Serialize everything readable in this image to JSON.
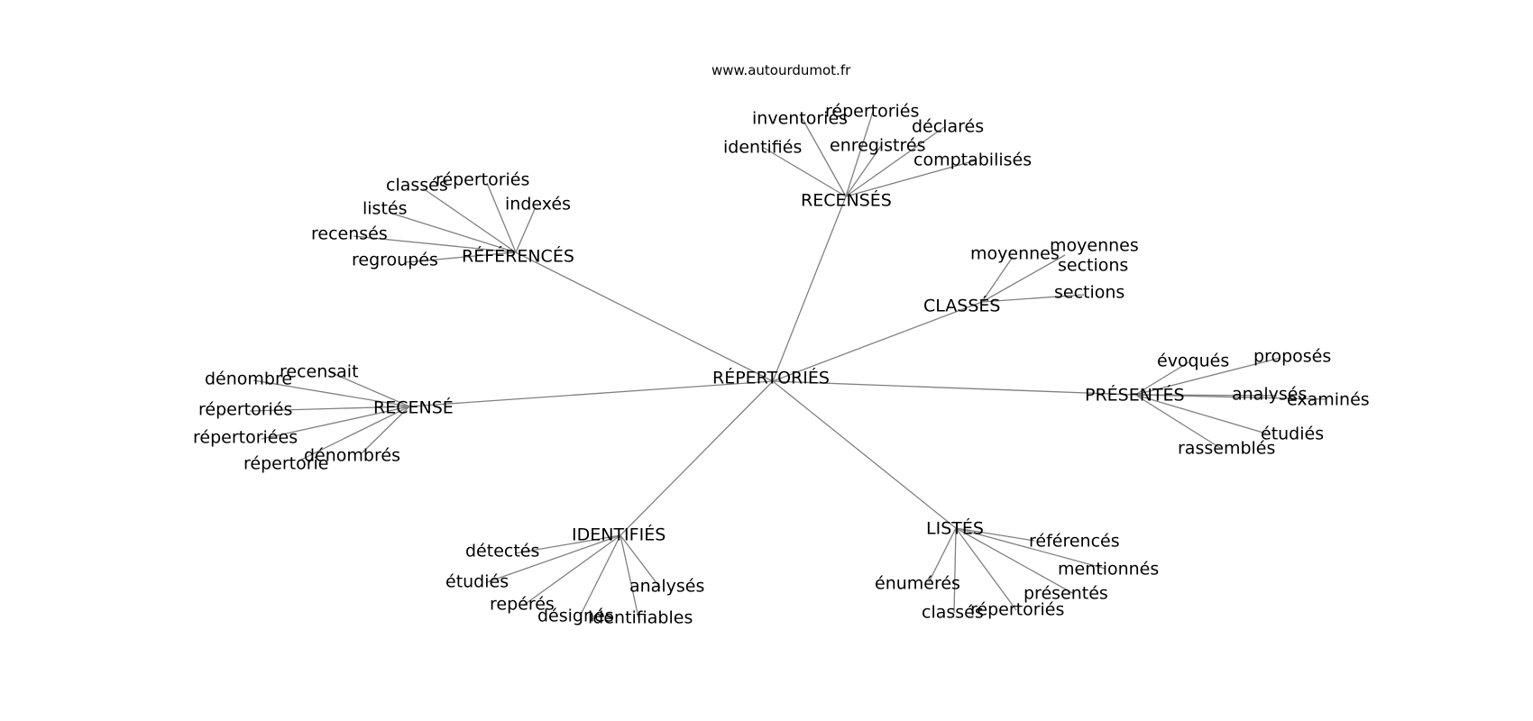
{
  "watermark": "www.autourdumot.fr",
  "center": "RÉPERTORIÉS",
  "clusters": [
    {
      "label": "RECENSÉS",
      "leaves": [
        "inventoriés",
        "répertoriés",
        "déclarés",
        "identifiés",
        "enregistrés",
        "comptabilisés"
      ]
    },
    {
      "label": "RÉFÉRENCÉS",
      "leaves": [
        "classés",
        "répertoriés",
        "indexés",
        "listés",
        "recensés",
        "regroupés"
      ]
    },
    {
      "label": "CLASSÉS",
      "leaves": [
        "moyennes",
        "moyennes sections",
        "sections"
      ]
    },
    {
      "label": "RECENSÉ",
      "leaves": [
        "dénombre",
        "recensait",
        "répertoriés",
        "répertoriées",
        "répertorie",
        "dénombrés"
      ]
    },
    {
      "label": "PRÉSENTÉS",
      "leaves": [
        "évoqués",
        "proposés",
        "analysés",
        "examinés",
        "étudiés",
        "rassemblés"
      ]
    },
    {
      "label": "IDENTIFIÉS",
      "leaves": [
        "détectés",
        "étudiés",
        "repérés",
        "désignés",
        "identifiables",
        "analysés"
      ]
    },
    {
      "label": "LISTÉS",
      "leaves": [
        "référencés",
        "mentionnés",
        "présentés",
        "répertoriés",
        "classés",
        "énumérés"
      ]
    }
  ]
}
